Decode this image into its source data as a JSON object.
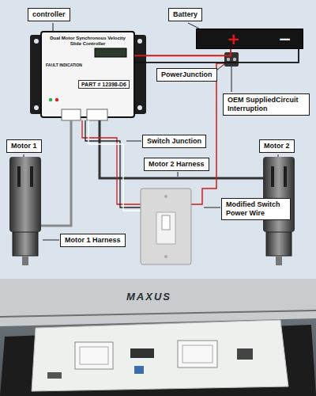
{
  "diagram": {
    "nodes": [
      {
        "text": [
          "controller"
        ]
      },
      {
        "text": [
          "Dual Motor Synchronous Velocity Slide Controller",
          "FAULT INDICATION",
          "PART # 12398-D6"
        ]
      },
      {
        "text": [
          "Battery"
        ]
      },
      {
        "text": [
          "+",
          "−"
        ]
      },
      {
        "text": [
          "PowerJunction"
        ]
      },
      {
        "text": [
          "OEM SuppliedCircuit Interruption"
        ]
      },
      {
        "text": [
          "Motor 1"
        ]
      },
      {
        "text": [
          "Switch Junction"
        ]
      },
      {
        "text": [
          "Motor 2"
        ]
      },
      {
        "text": [
          "Motor 2 Harness"
        ]
      },
      {
        "text": [
          "Modified Switch Power Wire"
        ]
      },
      {
        "text": [
          "Motor 1 Harness"
        ]
      }
    ],
    "edges": [
      {
        "from": 1,
        "to": 3,
        "arrow": "none"
      },
      {
        "from": 1,
        "to": 3,
        "arrow": "none"
      }
    ],
    "labels": [
      "MAXUS"
    ]
  }
}
